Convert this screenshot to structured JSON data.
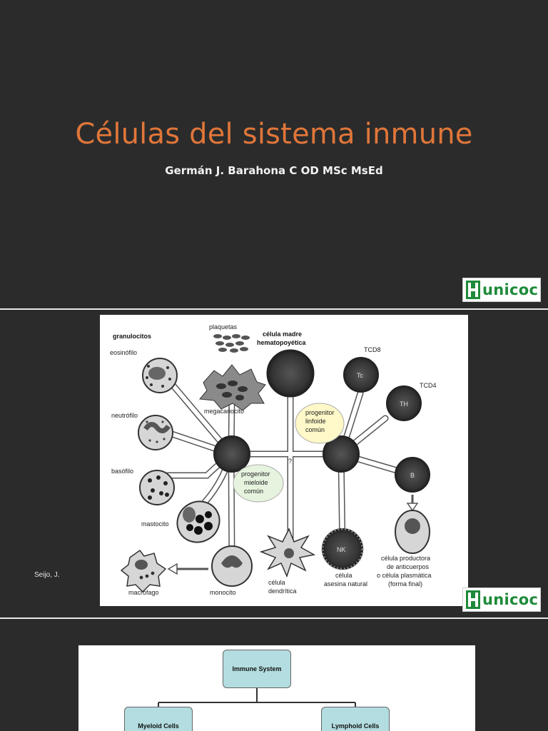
{
  "slide1": {
    "title": "Células del sistema inmune",
    "subtitle": "Germán J. Barahona C  OD  MSc  MsEd",
    "logo_text": "unicoc"
  },
  "slide2": {
    "credit": "Seijo, J.",
    "logo_text": "unicoc",
    "figure": {
      "granulocitos": "granulocitos",
      "eosinofilo": "eosinófilo",
      "neutrofilo": "neutrófilo",
      "basofilo": "basófilo",
      "mastocito": "mastocito",
      "macrofago": "macrófago",
      "plaquetas": "plaquetas",
      "megacariocito": "megacariocito",
      "celula_madre_1": "célula madre",
      "celula_madre_2": "hematopoyética",
      "monocito": "monocito",
      "progenitor_mieloide_1": "progenitor",
      "progenitor_mieloide_2": "mieloide",
      "progenitor_mieloide_3": "común",
      "progenitor_linfoide_1": "progenitor",
      "progenitor_linfoide_2": "linfoide",
      "progenitor_linfoide_3": "común",
      "question": "?",
      "celula_dendritica_1": "célula",
      "celula_dendritica_2": "dendrítica",
      "tcd8": "TCD8",
      "tcd4": "TCD4",
      "tc": "Tc",
      "th": "TH",
      "b": "B",
      "nk": "NK",
      "nk_label_1": "célula",
      "nk_label_2": "asesina natural",
      "plasma_1": "célula productora",
      "plasma_2": "de anticuerpos",
      "plasma_3": "o célula plasmática",
      "plasma_4": "(forma final)"
    }
  },
  "slide3": {
    "root": "Immune System",
    "left": "Myeloid Cells",
    "right": "Lymphoid Cells"
  },
  "colors": {
    "background": "#2b2b2b",
    "title": "#e0763a",
    "logo_green": "#1f8a3a",
    "progenitor_fill": "#fff8c8",
    "progenitor_mieloide_fill": "#e6f3df",
    "node_fill": "#b3dde0"
  }
}
